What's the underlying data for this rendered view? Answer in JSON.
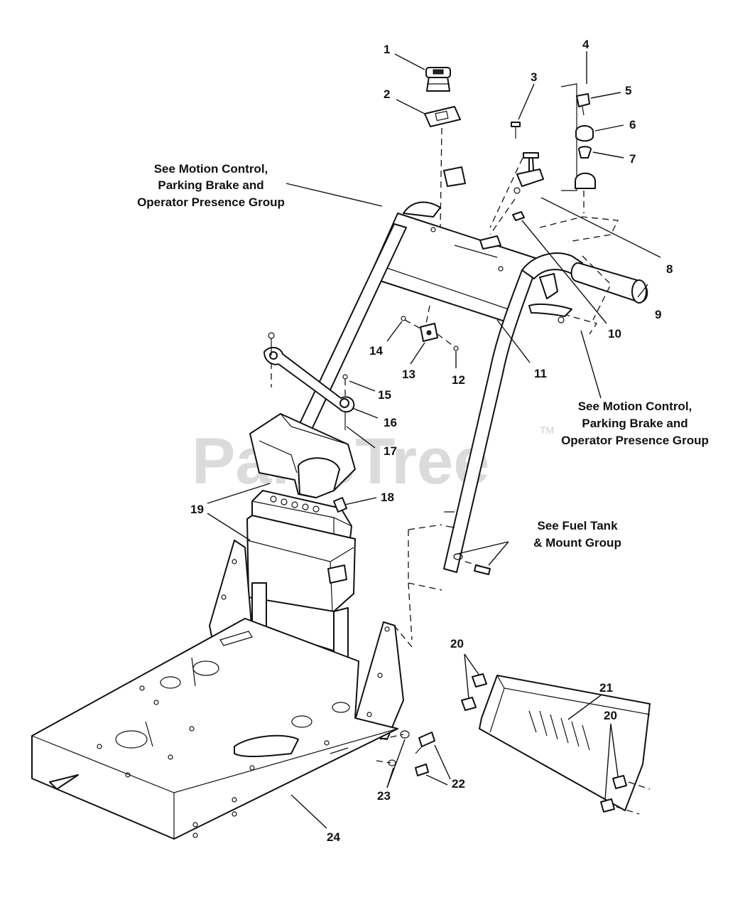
{
  "watermark": {
    "text": "PartsTree",
    "trademark": "TM"
  },
  "callouts": {
    "c1": "1",
    "c2": "2",
    "c3": "3",
    "c4": "4",
    "c5": "5",
    "c6": "6",
    "c7": "7",
    "c8": "8",
    "c9": "9",
    "c10": "10",
    "c11": "11",
    "c12": "12",
    "c13": "13",
    "c14": "14",
    "c15": "15",
    "c16": "16",
    "c17": "17",
    "c18": "18",
    "c19": "19",
    "c20a": "20",
    "c20b": "20",
    "c21": "21",
    "c22": "22",
    "c23": "23",
    "c24": "24"
  },
  "notes": {
    "motion_top": [
      "See Motion Control,",
      "Parking Brake and",
      "Operator Presence Group"
    ],
    "motion_right": [
      "See Motion Control,",
      "Parking Brake and",
      "Operator Presence Group"
    ],
    "fuel": [
      "See Fuel Tank",
      "& Mount Group"
    ]
  }
}
